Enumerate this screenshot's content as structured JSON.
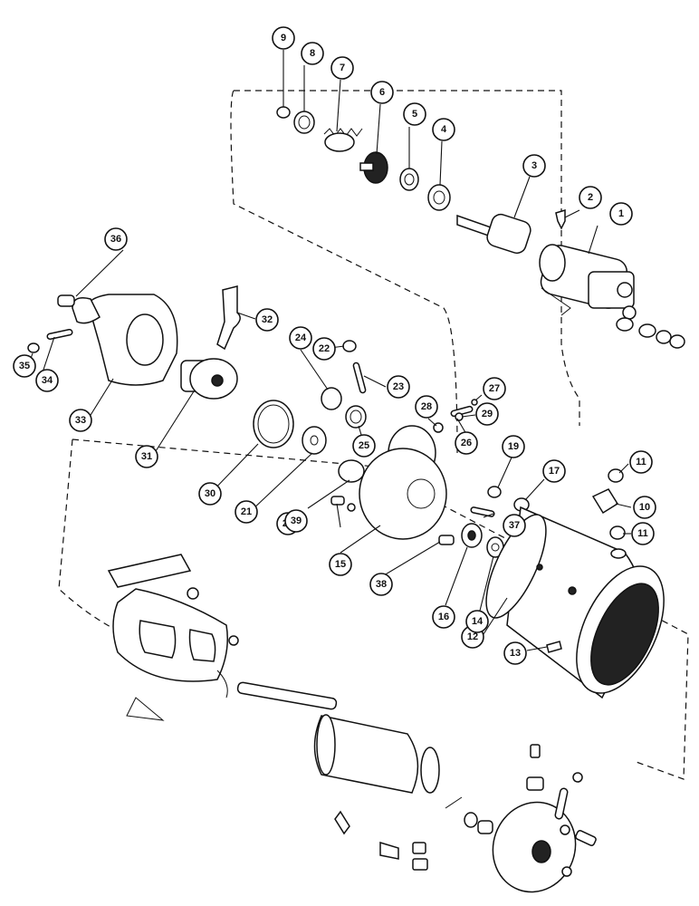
{
  "diagram": {
    "callouts": [
      {
        "label": "1"
      },
      {
        "label": "2"
      },
      {
        "label": "3"
      },
      {
        "label": "4"
      },
      {
        "label": "5"
      },
      {
        "label": "6"
      },
      {
        "label": "7"
      },
      {
        "label": "8"
      },
      {
        "label": "9"
      },
      {
        "label": "10"
      },
      {
        "label": "11"
      },
      {
        "label": "11"
      },
      {
        "label": "12"
      },
      {
        "label": "13"
      },
      {
        "label": "14"
      },
      {
        "label": "15"
      },
      {
        "label": "16"
      },
      {
        "label": "17"
      },
      {
        "label": "19"
      },
      {
        "label": "20"
      },
      {
        "label": "21"
      },
      {
        "label": "22"
      },
      {
        "label": "23"
      },
      {
        "label": "24"
      },
      {
        "label": "25"
      },
      {
        "label": "26"
      },
      {
        "label": "27"
      },
      {
        "label": "28"
      },
      {
        "label": "29"
      },
      {
        "label": "30"
      },
      {
        "label": "31"
      },
      {
        "label": "32"
      },
      {
        "label": "33"
      },
      {
        "label": "34"
      },
      {
        "label": "35"
      },
      {
        "label": "36"
      },
      {
        "label": "37"
      },
      {
        "label": "38"
      },
      {
        "label": "39"
      }
    ]
  }
}
